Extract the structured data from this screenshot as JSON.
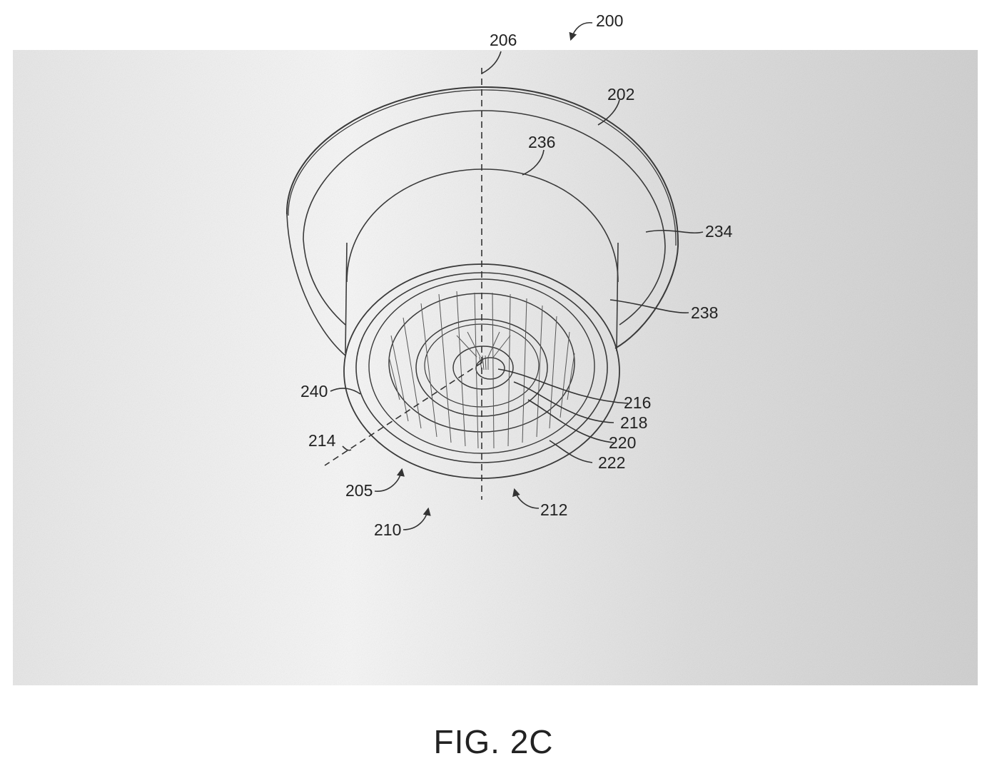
{
  "figure": {
    "caption": "FIG. 2C",
    "reference_numerals": {
      "assembly": "200",
      "outer_flange": "202",
      "bottom_end": "205",
      "axis": "206",
      "lower_opening": "210",
      "outlet": "212",
      "transverse_axis": "214",
      "center_hole": "216",
      "inner_ring": "218",
      "middle_ring": "220",
      "cone_wall": "222",
      "bowl_surface": "234",
      "upper_rim": "236",
      "cylindrical_body": "238",
      "base_rim": "240"
    }
  },
  "colors": {
    "background_light": "#f7f7f7",
    "background_dark": "#cfcfcf",
    "line": "#3a3a3a"
  }
}
